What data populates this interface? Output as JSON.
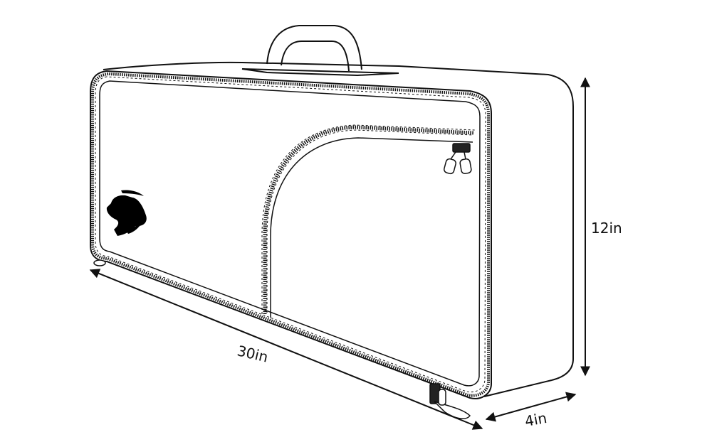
{
  "colors": {
    "line": "#111111",
    "background": "#ffffff",
    "logo": "#000000"
  },
  "dimensions": {
    "length": "30in",
    "height": "12in",
    "depth": "4in"
  },
  "icons": {
    "logo": "panther-head-logo",
    "zipper_pull": "zipper-pull-icon"
  }
}
